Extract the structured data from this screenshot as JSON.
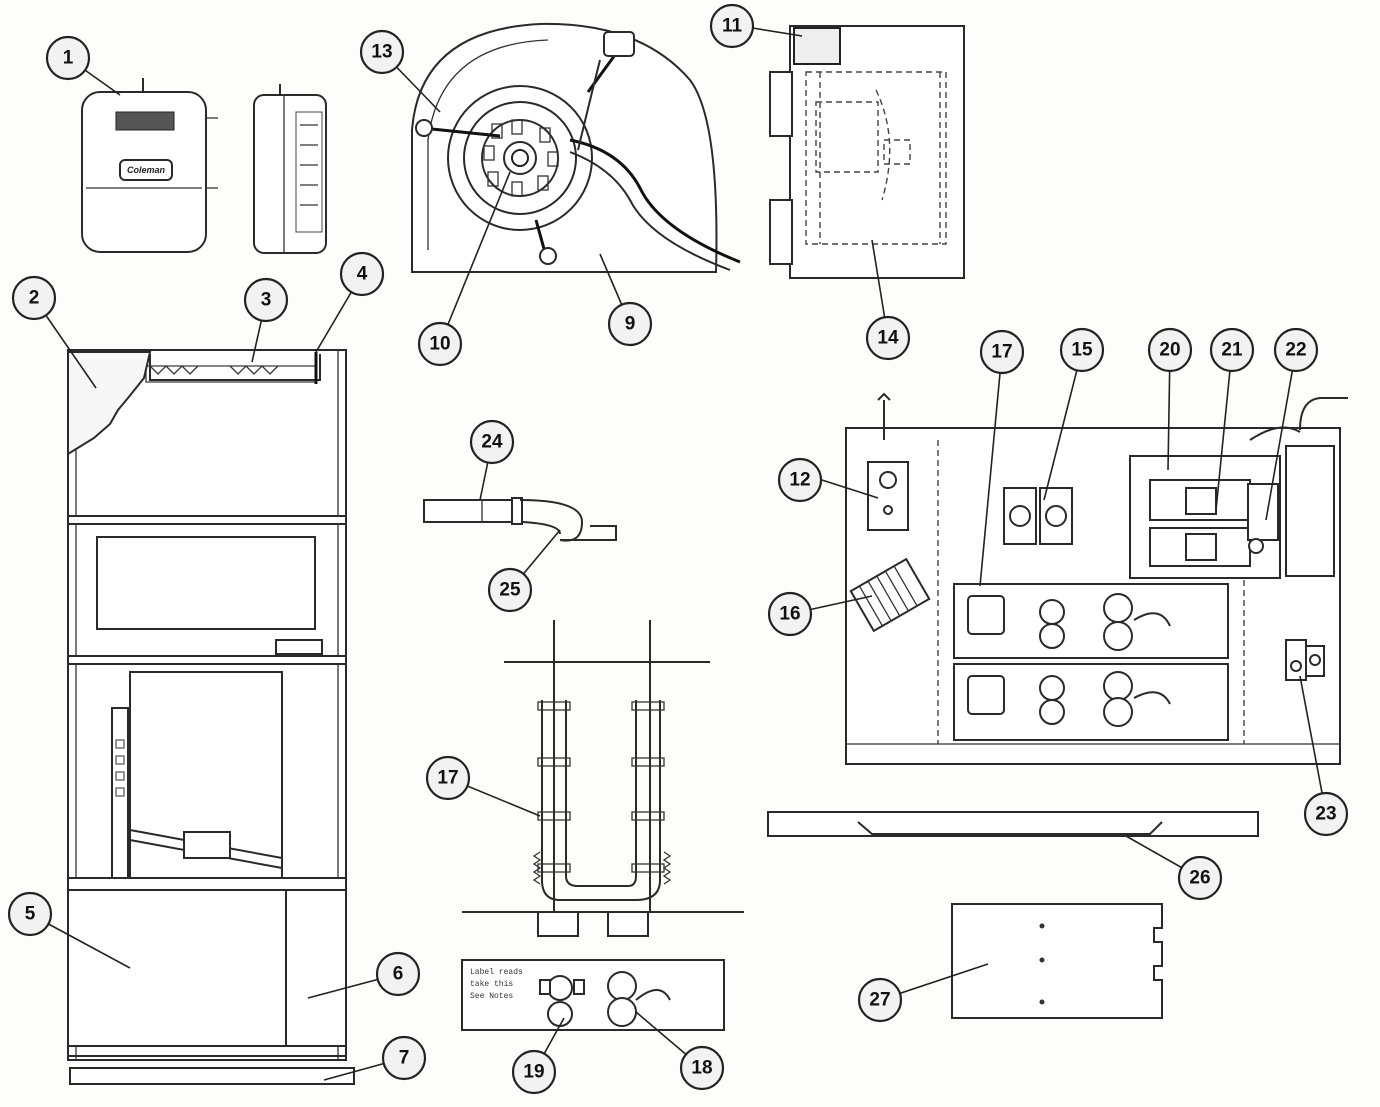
{
  "diagram": {
    "brand_logo_text": "Coleman",
    "plate_label_lines": [
      "Label reads",
      "take this",
      "See Notes"
    ],
    "callouts": [
      {
        "id": "c1",
        "label": "1"
      },
      {
        "id": "c2",
        "label": "2"
      },
      {
        "id": "c3",
        "label": "3"
      },
      {
        "id": "c4",
        "label": "4"
      },
      {
        "id": "c5",
        "label": "5"
      },
      {
        "id": "c6",
        "label": "6"
      },
      {
        "id": "c7",
        "label": "7"
      },
      {
        "id": "c9",
        "label": "9"
      },
      {
        "id": "c10",
        "label": "10"
      },
      {
        "id": "c11",
        "label": "11"
      },
      {
        "id": "c12",
        "label": "12"
      },
      {
        "id": "c13",
        "label": "13"
      },
      {
        "id": "c14",
        "label": "14"
      },
      {
        "id": "c15",
        "label": "15"
      },
      {
        "id": "c16",
        "label": "16"
      },
      {
        "id": "c17a",
        "label": "17"
      },
      {
        "id": "c17b",
        "label": "17"
      },
      {
        "id": "c18",
        "label": "18"
      },
      {
        "id": "c19",
        "label": "19"
      },
      {
        "id": "c20",
        "label": "20"
      },
      {
        "id": "c21",
        "label": "21"
      },
      {
        "id": "c22",
        "label": "22"
      },
      {
        "id": "c23",
        "label": "23"
      },
      {
        "id": "c24",
        "label": "24"
      },
      {
        "id": "c25",
        "label": "25"
      },
      {
        "id": "c26",
        "label": "26"
      },
      {
        "id": "c27",
        "label": "27"
      }
    ]
  }
}
